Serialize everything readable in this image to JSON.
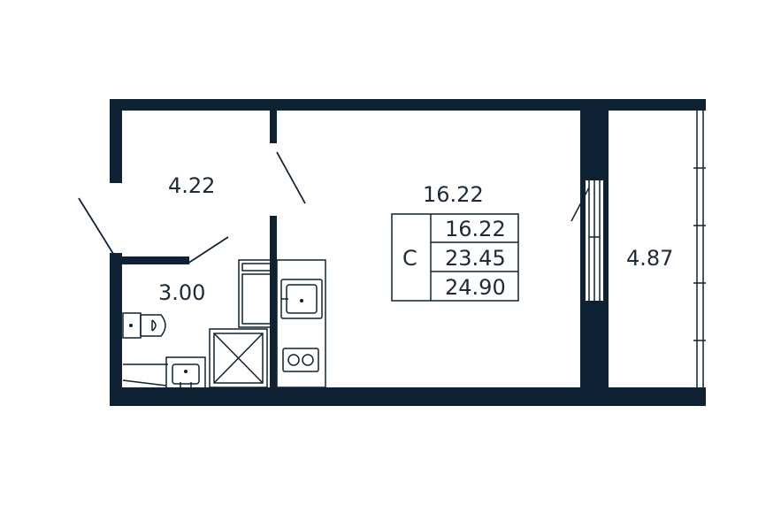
{
  "colors": {
    "wall": "#0f2234",
    "text": "#1c2a3a",
    "background": "#ffffff"
  },
  "rooms": {
    "hall": {
      "area": "4.22"
    },
    "bathroom": {
      "area": "3.00"
    },
    "main_room": {
      "area": "16.22"
    },
    "balcony": {
      "area": "4.87"
    }
  },
  "summary_table": {
    "type_letter": "С",
    "living_area": "16.22",
    "total_area": "23.45",
    "total_with_balcony": "24.90"
  },
  "fixtures": {
    "toilet": "toilet-icon",
    "washbasin": "washbasin-icon",
    "shower": "shower-tray-icon",
    "fridge": "fridge-icon",
    "kitchen_sink": "kitchen-sink-icon",
    "stove": "stove-icon"
  }
}
